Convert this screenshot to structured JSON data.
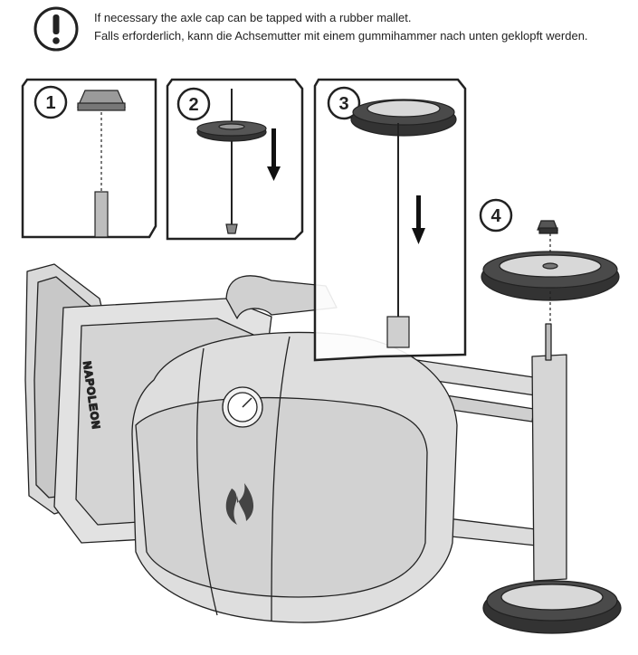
{
  "warning": {
    "icon": "exclamation-icon",
    "line_en": "If necessary the axle cap can be tapped with a rubber mallet.",
    "line_de": "Falls erforderlich, kann die Achsemutter mit einem gummihammer nach unten geklopft werden."
  },
  "steps": [
    {
      "number": "1",
      "description_icon": "axle-cap-icon"
    },
    {
      "number": "2",
      "description_icon": "wheel-on-axle-icon"
    },
    {
      "number": "3",
      "description_icon": "axle-insert-icon"
    },
    {
      "number": "4",
      "description_icon": "cap-onto-wheel-icon"
    }
  ],
  "brand_label": "NAPOLEON",
  "colors": {
    "line": "#222222",
    "fill_light": "#e6e6e6",
    "fill_mid": "#cfcfcf",
    "fill_dark": "#7a7a7a",
    "tire": "#333333"
  }
}
